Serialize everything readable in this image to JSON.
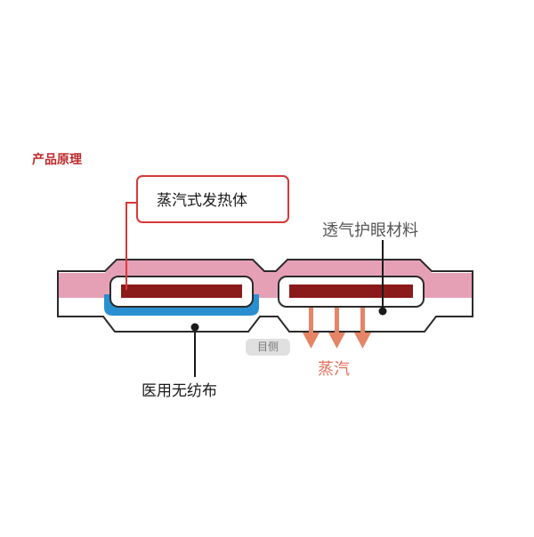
{
  "title": "产品原理",
  "labels": {
    "heater": "蒸汽式发热体",
    "eye_material": "透气护眼材料",
    "eye_side": "目侧",
    "steam": "蒸汽",
    "nonwoven": "医用无纺布"
  },
  "colors": {
    "title": "#c0282c",
    "callout_border": "#d93838",
    "pink_layer": "#e6a0b6",
    "blue_layer": "#2a8fd0",
    "heater_fill": "#8b1a1a",
    "steam_arrow": "#e58566",
    "steam_text": "#e2725d",
    "outline": "#2b2b2b"
  },
  "icons": [
    "down-arrow-icon",
    "leader-dot-icon"
  ]
}
